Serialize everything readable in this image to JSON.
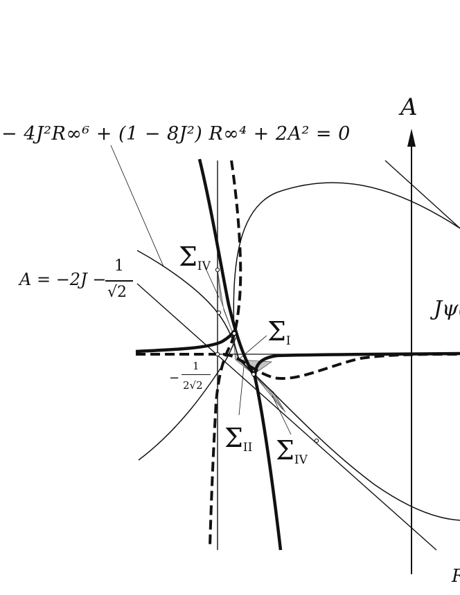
{
  "equations": {
    "top": "− 4J²R∞⁶ + (1 − 8J²) R∞⁴ + 2A² = 0",
    "line_prefix": "A = −2J −",
    "line_frac_num": "1",
    "line_frac_den": "√2"
  },
  "axes": {
    "vertical_label": "A",
    "horizontal_label": "R"
  },
  "labels": {
    "jpsi": "Jψ(",
    "neg_sign": "−",
    "half_num": "1",
    "half_den": "2√2",
    "sigma_symbol": "Σ",
    "sigma_iv_top_sub": "IV",
    "sigma_i_sub": "I",
    "sigma_ii_sub": "II",
    "sigma_iv_bottom_sub": "IV"
  }
}
